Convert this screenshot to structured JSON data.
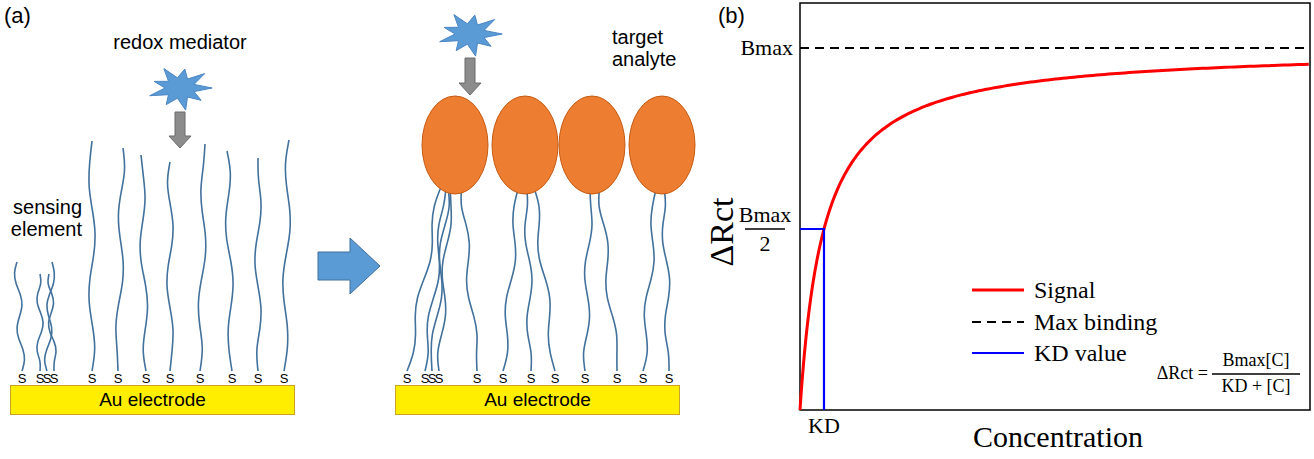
{
  "diagram": {
    "nodes": [
      {
        "text": [
          "Au electrode"
        ]
      },
      {
        "text": [
          "Au electrode"
        ]
      }
    ],
    "labels": [
      "(a)",
      "redox mediator",
      "sensing element",
      "target analyte",
      "S",
      "S",
      "S",
      "S",
      "S",
      "S",
      "S",
      "S",
      "S",
      "S",
      "S",
      "S",
      "S",
      "S",
      "S",
      "S",
      "S",
      "S",
      "S",
      "S",
      "S",
      "S",
      "S",
      "S",
      "(b)",
      "Bmax",
      "Bmax",
      "2",
      "ΔRct",
      "KD",
      "Concentration",
      "ΔRct =",
      "Bmax[C]",
      "KD + [C]"
    ],
    "legend": [
      {
        "text": "Signal"
      },
      {
        "text": "Max binding"
      },
      {
        "text": "KD value"
      }
    ]
  }
}
